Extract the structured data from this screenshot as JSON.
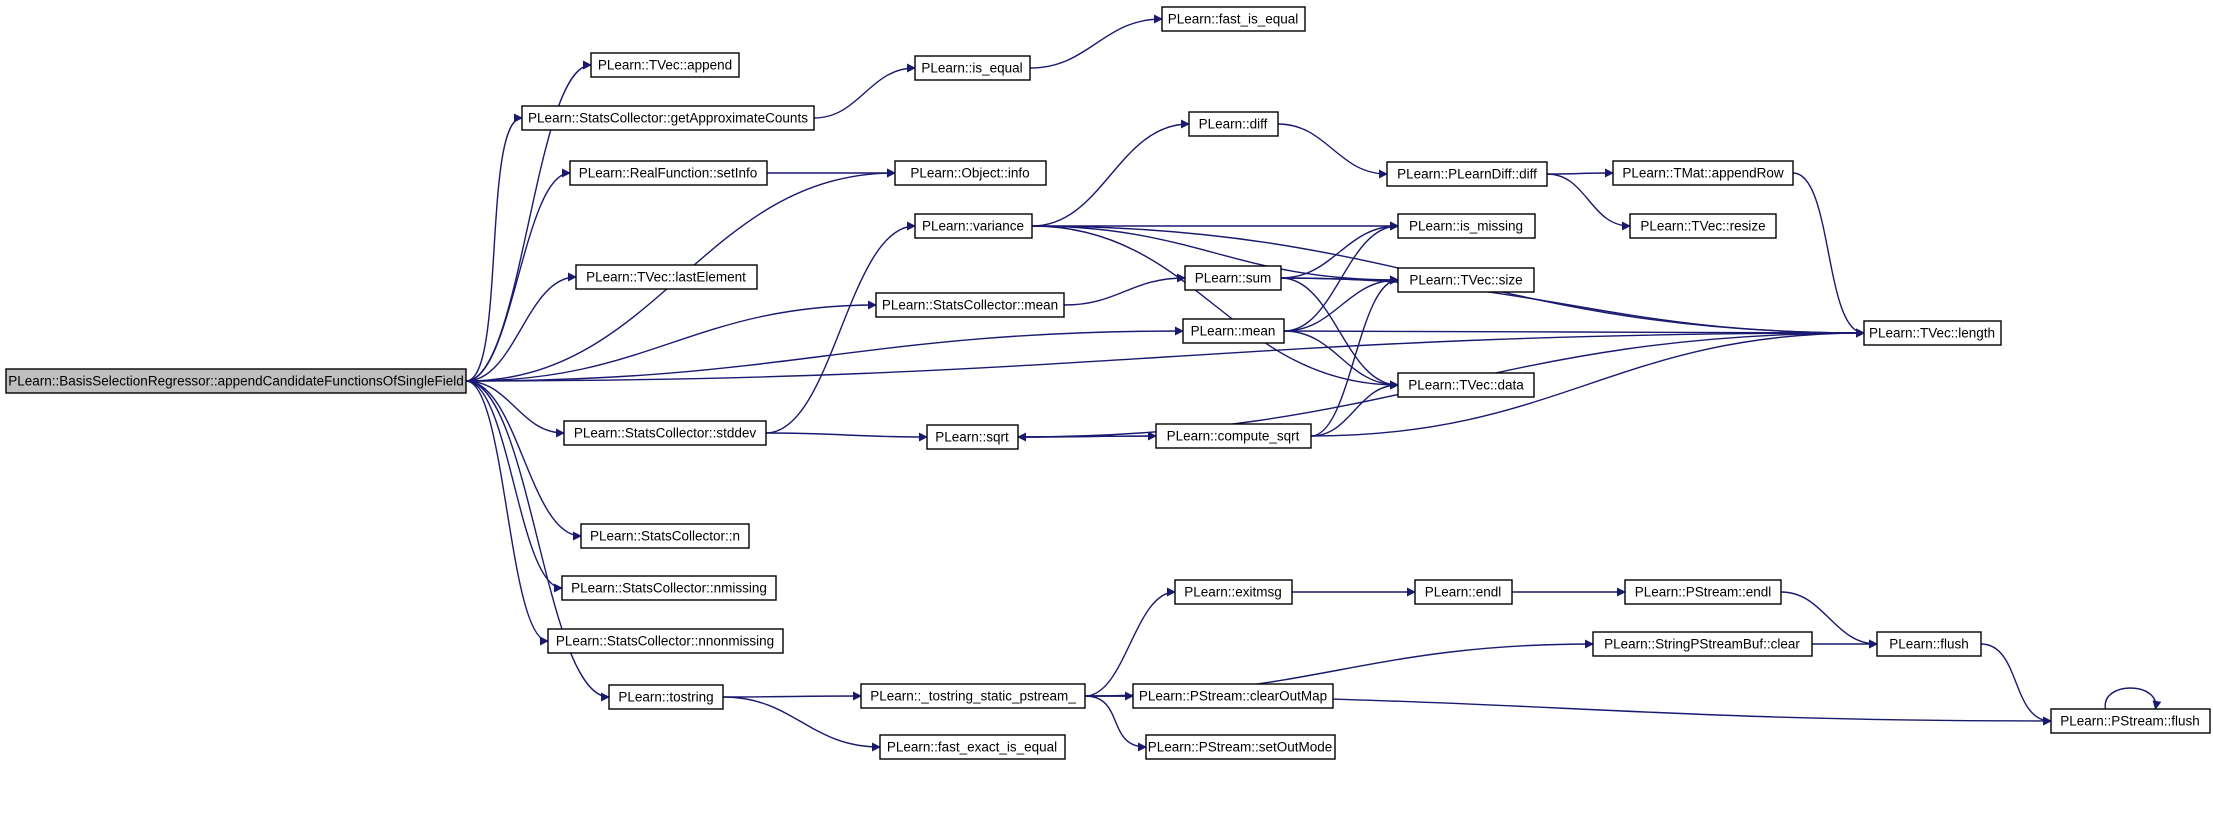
{
  "colors": {
    "edge": "#191970",
    "root_fill": "#bfbfbf",
    "node_fill": "#ffffff",
    "border": "#000000"
  },
  "nodes": {
    "root": "PLearn::BasisSelectionRegressor::appendCandidateFunctionsOfSingleField",
    "tvec_append": "PLearn::TVec::append",
    "sc_getapprox": "PLearn::StatsCollector::getApproximateCounts",
    "rf_setinfo": "PLearn::RealFunction::setInfo",
    "object_info": "PLearn::Object::info",
    "tvec_lastelement": "PLearn::TVec::lastElement",
    "sc_mean": "PLearn::StatsCollector::mean",
    "sc_stddev": "PLearn::StatsCollector::stddev",
    "sc_n": "PLearn::StatsCollector::n",
    "sc_nmissing": "PLearn::StatsCollector::nmissing",
    "sc_nnonmissing": "PLearn::StatsCollector::nnonmissing",
    "tostring": "PLearn::tostring",
    "fast_is_equal": "PLearn::fast_is_equal",
    "is_equal": "PLearn::is_equal",
    "diff": "PLearn::diff",
    "variance": "PLearn::variance",
    "sum": "PLearn::sum",
    "mean": "PLearn::mean",
    "sqrt": "PLearn::sqrt",
    "compute_sqrt": "PLearn::compute_sqrt",
    "pldiff_diff": "PLearn::PLearnDiff::diff",
    "is_missing": "PLearn::is_missing",
    "tvec_size": "PLearn::TVec::size",
    "tvec_data": "PLearn::TVec::data",
    "tvec_length": "PLearn::TVec::length",
    "tmat_appendrow": "PLearn::TMat::appendRow",
    "tvec_resize": "PLearn::TVec::resize",
    "exitmsg": "PLearn::exitmsg",
    "endl": "PLearn::endl",
    "pstream_endl": "PLearn::PStream::endl",
    "tostring_static": "PLearn::_tostring_static_pstream_",
    "spsb_clear": "PLearn::StringPStreamBuf::clear",
    "flush": "PLearn::flush",
    "pstream_clearoutmap": "PLearn::PStream::clearOutMap",
    "pstream_setoutmode": "PLearn::PStream::setOutMode",
    "fast_exact_is_equal": "PLearn::fast_exact_is_equal",
    "pstream_flush": "PLearn::PStream::flush"
  },
  "edges": [
    [
      "root",
      "tvec_append"
    ],
    [
      "root",
      "sc_getapprox"
    ],
    [
      "root",
      "rf_setinfo"
    ],
    [
      "root",
      "object_info"
    ],
    [
      "root",
      "tvec_lastelement"
    ],
    [
      "root",
      "sc_mean"
    ],
    [
      "root",
      "mean"
    ],
    [
      "root",
      "sc_stddev"
    ],
    [
      "root",
      "tvec_length"
    ],
    [
      "root",
      "sc_n"
    ],
    [
      "root",
      "sc_nmissing"
    ],
    [
      "root",
      "sc_nnonmissing"
    ],
    [
      "root",
      "tostring"
    ],
    [
      "sc_getapprox",
      "is_equal"
    ],
    [
      "is_equal",
      "fast_is_equal"
    ],
    [
      "rf_setinfo",
      "object_info"
    ],
    [
      "sc_mean",
      "sum"
    ],
    [
      "sc_stddev",
      "variance"
    ],
    [
      "sc_stddev",
      "sqrt"
    ],
    [
      "variance",
      "diff"
    ],
    [
      "variance",
      "is_missing"
    ],
    [
      "variance",
      "tvec_size"
    ],
    [
      "variance",
      "tvec_data"
    ],
    [
      "variance",
      "tvec_length"
    ],
    [
      "diff",
      "pldiff_diff"
    ],
    [
      "pldiff_diff",
      "tmat_appendrow"
    ],
    [
      "pldiff_diff",
      "tvec_resize"
    ],
    [
      "tmat_appendrow",
      "tvec_length"
    ],
    [
      "sum",
      "is_missing"
    ],
    [
      "sum",
      "tvec_size"
    ],
    [
      "sum",
      "tvec_data"
    ],
    [
      "sum",
      "tvec_length"
    ],
    [
      "mean",
      "is_missing"
    ],
    [
      "mean",
      "tvec_size"
    ],
    [
      "mean",
      "tvec_data"
    ],
    [
      "mean",
      "tvec_length"
    ],
    [
      "sqrt",
      "compute_sqrt"
    ],
    [
      "sqrt",
      "tvec_length"
    ],
    [
      "compute_sqrt",
      "sqrt"
    ],
    [
      "compute_sqrt",
      "tvec_size"
    ],
    [
      "compute_sqrt",
      "tvec_data"
    ],
    [
      "compute_sqrt",
      "tvec_length"
    ],
    [
      "tostring",
      "tostring_static"
    ],
    [
      "tostring",
      "fast_exact_is_equal"
    ],
    [
      "tostring_static",
      "exitmsg"
    ],
    [
      "tostring_static",
      "spsb_clear"
    ],
    [
      "tostring_static",
      "pstream_clearoutmap"
    ],
    [
      "tostring_static",
      "pstream_setoutmode"
    ],
    [
      "tostring_static",
      "pstream_flush"
    ],
    [
      "exitmsg",
      "endl"
    ],
    [
      "endl",
      "pstream_endl"
    ],
    [
      "pstream_endl",
      "flush"
    ],
    [
      "spsb_clear",
      "flush"
    ],
    [
      "flush",
      "pstream_flush"
    ],
    [
      "pstream_flush",
      "pstream_flush"
    ]
  ]
}
